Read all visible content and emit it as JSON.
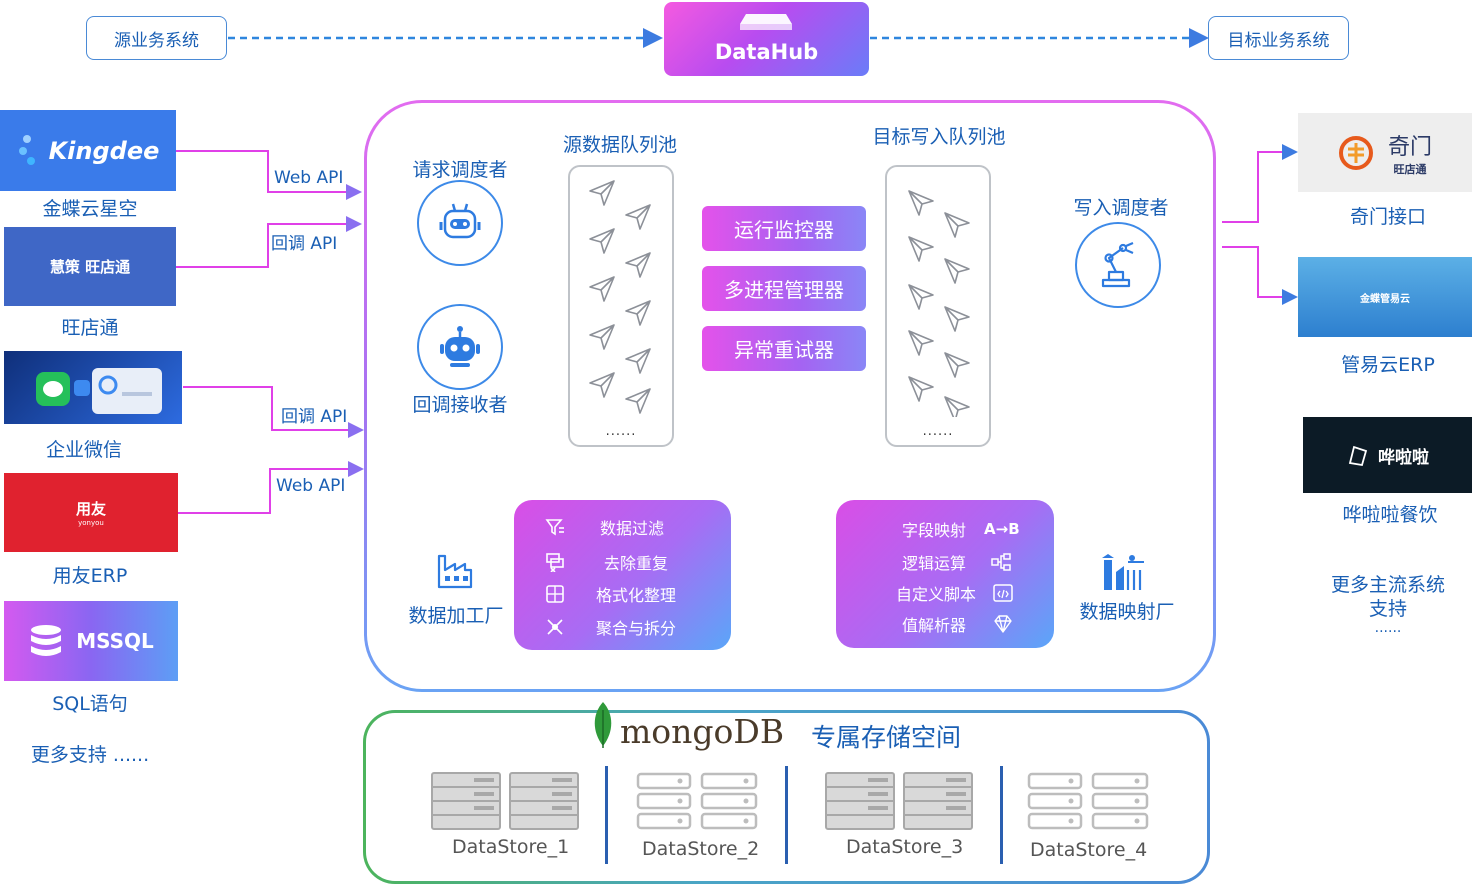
{
  "header": {
    "source_system": "源业务系统",
    "datahub": "DataHub",
    "target_system": "目标业务系统"
  },
  "sources": [
    {
      "logo_text": "Kingdee",
      "caption": "金蝶云星空",
      "logo_color": "#3a7bea"
    },
    {
      "logo_text": "慧策  旺店通",
      "caption": "旺店通",
      "logo_color": "#3f67c6"
    },
    {
      "logo_text": "",
      "caption": "企业微信",
      "logo_color": "#1d57c2"
    },
    {
      "logo_text": "用友",
      "logo_sub": "yonyou",
      "caption": "用友ERP",
      "logo_color": "#e0222f"
    },
    {
      "logo_text": "MSSQL",
      "caption": "SQL语句",
      "logo_color": "#9a5cf0"
    }
  ],
  "sources_more": "更多支持 ......",
  "api_labels": [
    "Web API",
    "回调 API",
    "回调 API",
    "Web API"
  ],
  "left_section": {
    "request_scheduler": "请求调度者",
    "callback_receiver": "回调接收者",
    "source_pool": "源数据队列池",
    "pool_dots": "......"
  },
  "middle_buttons": [
    "运行监控器",
    "多进程管理器",
    "异常重试器"
  ],
  "right_section": {
    "target_pool": "目标写入队列池",
    "write_scheduler": "写入调度者",
    "pool_dots": "......"
  },
  "processing_factory": {
    "title": "数据加工厂",
    "items": [
      "数据过滤",
      "去除重复",
      "格式化整理",
      "聚合与拆分"
    ]
  },
  "mapping_factory": {
    "title": "数据映射厂",
    "items": [
      "字段映射",
      "逻辑运算",
      "自定义脚本",
      "值解析器"
    ],
    "ab_icon": "A→B"
  },
  "storage": {
    "mongo_logo": "mongoDB",
    "title": "专属存储空间",
    "stores": [
      "DataStore_1",
      "DataStore_2",
      "DataStore_3",
      "DataStore_4"
    ]
  },
  "targets": [
    {
      "logo_text": "奇门",
      "logo_sub": "旺店通",
      "caption": "奇门接口",
      "logo_color": "#eeeeee"
    },
    {
      "logo_text": "金蝶管易云",
      "caption": "管易云ERP",
      "logo_color": "#3a86d0"
    },
    {
      "logo_text": "哗啦啦",
      "caption": "哗啦啦餐饮",
      "logo_color": "#0c1b26"
    }
  ],
  "targets_more": "更多主流系统\n支持",
  "targets_more_dots": "......",
  "colors": {
    "blue_text": "#1a5fb4",
    "magenta_line": "#e040e8",
    "blue_line": "#3d7be0",
    "datahub_gradient": [
      "#f55ae0",
      "#b84cf0",
      "#6a7cf8"
    ]
  }
}
